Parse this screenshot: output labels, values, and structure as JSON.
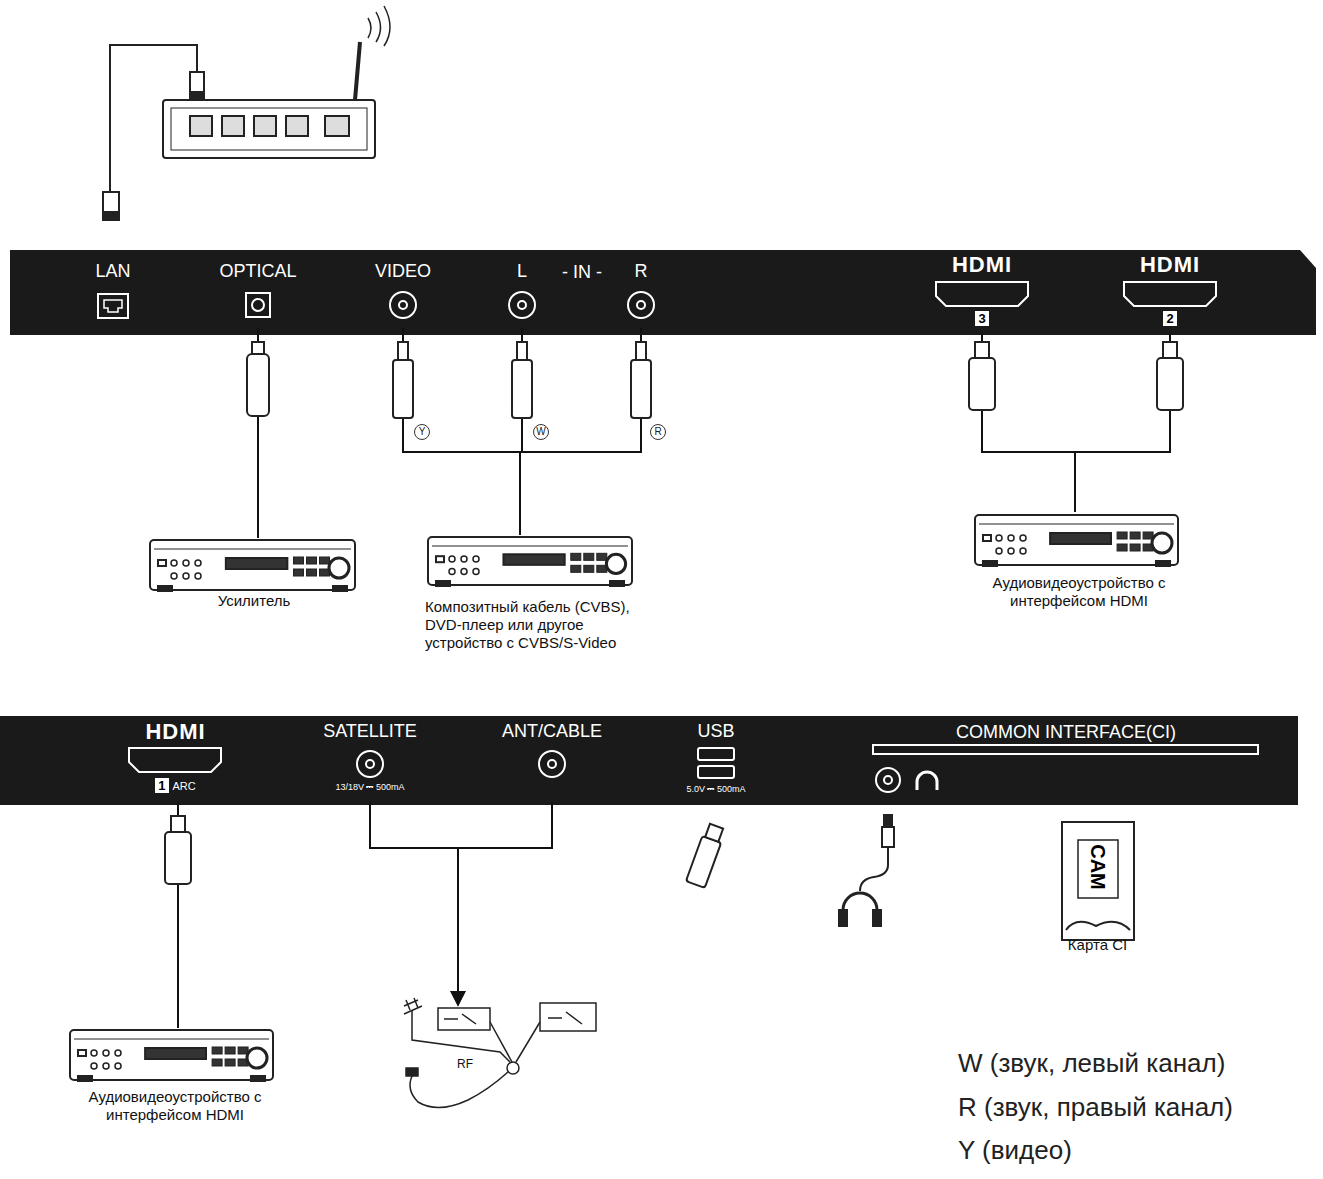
{
  "diagram": {
    "nodes": [
      {
        "text": [
          "LAN"
        ]
      },
      {
        "text": [
          "OPTICAL"
        ]
      },
      {
        "text": [
          "VIDEO"
        ]
      },
      {
        "text": [
          "L"
        ]
      },
      {
        "text": [
          "R"
        ]
      },
      {
        "text": [
          "HDMI",
          "3"
        ]
      },
      {
        "text": [
          "HDMI",
          "2"
        ]
      },
      {
        "text": [
          "Усилитель"
        ]
      },
      {
        "text": [
          "Композитный кабель (CVBS), DVD-плеер или другое устройство с CVBS/S-Video"
        ]
      },
      {
        "text": [
          "Аудиовидеоустройство с интерфейсом HDMI"
        ]
      },
      {
        "text": [
          "HDMI",
          "1",
          "ARC"
        ]
      },
      {
        "text": [
          "SATELLITE",
          "13/18V ⎓ 500mA"
        ]
      },
      {
        "text": [
          "ANT/CABLE"
        ]
      },
      {
        "text": [
          "USB",
          "5.0V ⎓ 500mA"
        ]
      },
      {
        "text": [
          "COMMON INTERFACE(CI)"
        ]
      },
      {
        "text": [
          "CAM",
          "Карта CI"
        ]
      },
      {
        "text": [
          "Аудиовидеоустройство с интерфейсом HDMI"
        ]
      },
      {
        "text": [
          "RF"
        ]
      }
    ],
    "edges": [
      {
        "from": 7,
        "to": 1,
        "arrow": "none"
      },
      {
        "from": 8,
        "to": 2,
        "arrow": "none"
      },
      {
        "from": 8,
        "to": 3,
        "arrow": "none"
      },
      {
        "from": 8,
        "to": 4,
        "arrow": "none"
      },
      {
        "from": 9,
        "to": 5,
        "arrow": "none"
      },
      {
        "from": 9,
        "to": 6,
        "arrow": "none"
      },
      {
        "from": 16,
        "to": 10,
        "arrow": "none"
      },
      {
        "from": 11,
        "to": 17,
        "arrow": "to"
      },
      {
        "from": 12,
        "to": 17,
        "arrow": "to"
      }
    ],
    "labels": [
      "- IN -",
      "Y",
      "W",
      "R",
      "W (звук, левый канал)",
      "R (звук, правый канал)",
      "Y (видео)"
    ]
  }
}
